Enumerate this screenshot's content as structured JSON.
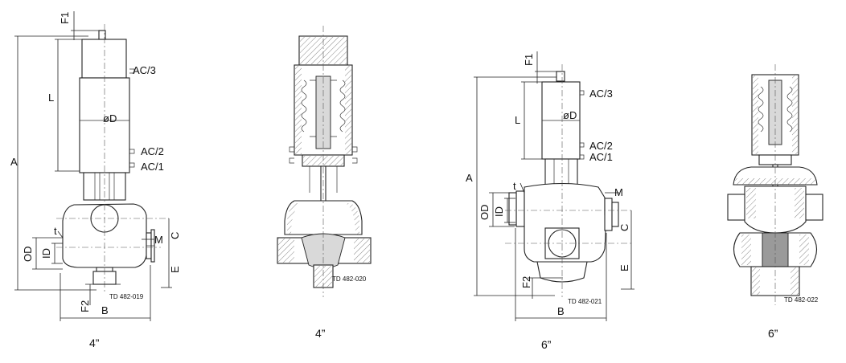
{
  "views": [
    {
      "id": "v1",
      "caption": "4”",
      "td": "TD 482-019",
      "labels": {
        "F1": "F1",
        "L": "L",
        "A": "A",
        "AC3": "AC/3",
        "D": "øD",
        "AC2": "AC/2",
        "AC1": "AC/1",
        "t": "t",
        "M": "M",
        "C": "C",
        "OD": "OD",
        "ID": "ID",
        "E": "E",
        "F2": "F2",
        "B": "B"
      }
    },
    {
      "id": "v2",
      "caption": "4”",
      "td": "TD 482-020"
    },
    {
      "id": "v3",
      "caption": "6”",
      "td": "TD 482-021",
      "labels": {
        "F1": "F1",
        "L": "L",
        "A": "A",
        "AC3": "AC/3",
        "D": "øD",
        "AC2": "AC/2",
        "AC1": "AC/1",
        "t": "t",
        "M": "M",
        "C": "C",
        "OD": "OD",
        "ID": "ID",
        "E": "E",
        "F2": "F2",
        "B": "B"
      }
    },
    {
      "id": "v4",
      "caption": "6”",
      "td": "TD 482-022"
    }
  ]
}
